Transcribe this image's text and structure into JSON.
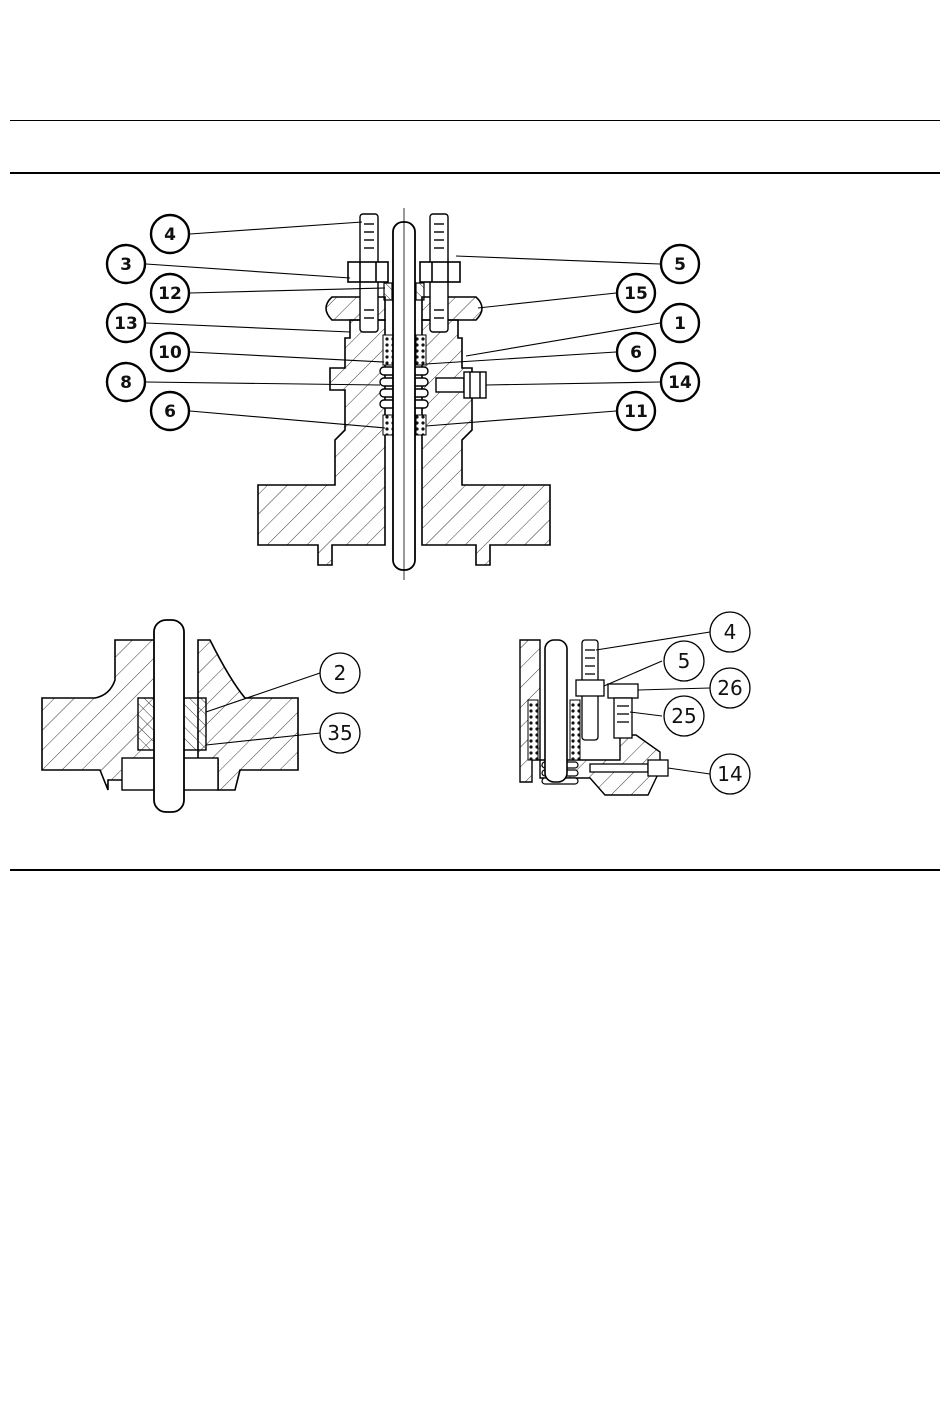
{
  "main_view": {
    "callouts": [
      {
        "id": "c-4-left",
        "label": "4"
      },
      {
        "id": "c-3",
        "label": "3"
      },
      {
        "id": "c-12",
        "label": "12"
      },
      {
        "id": "c-13",
        "label": "13"
      },
      {
        "id": "c-10",
        "label": "10"
      },
      {
        "id": "c-8",
        "label": "8"
      },
      {
        "id": "c-6-left",
        "label": "6"
      },
      {
        "id": "c-5-right",
        "label": "5"
      },
      {
        "id": "c-15",
        "label": "15"
      },
      {
        "id": "c-1",
        "label": "1"
      },
      {
        "id": "c-6-right",
        "label": "6"
      },
      {
        "id": "c-14-main",
        "label": "14"
      },
      {
        "id": "c-11",
        "label": "11"
      }
    ]
  },
  "detail_left": {
    "callouts": [
      {
        "id": "c-2",
        "label": "2"
      },
      {
        "id": "c-35",
        "label": "35"
      }
    ]
  },
  "detail_right": {
    "callouts": [
      {
        "id": "c-4-det",
        "label": "4"
      },
      {
        "id": "c-5-det",
        "label": "5"
      },
      {
        "id": "c-26",
        "label": "26"
      },
      {
        "id": "c-25",
        "label": "25"
      },
      {
        "id": "c-14-det",
        "label": "14"
      }
    ]
  }
}
